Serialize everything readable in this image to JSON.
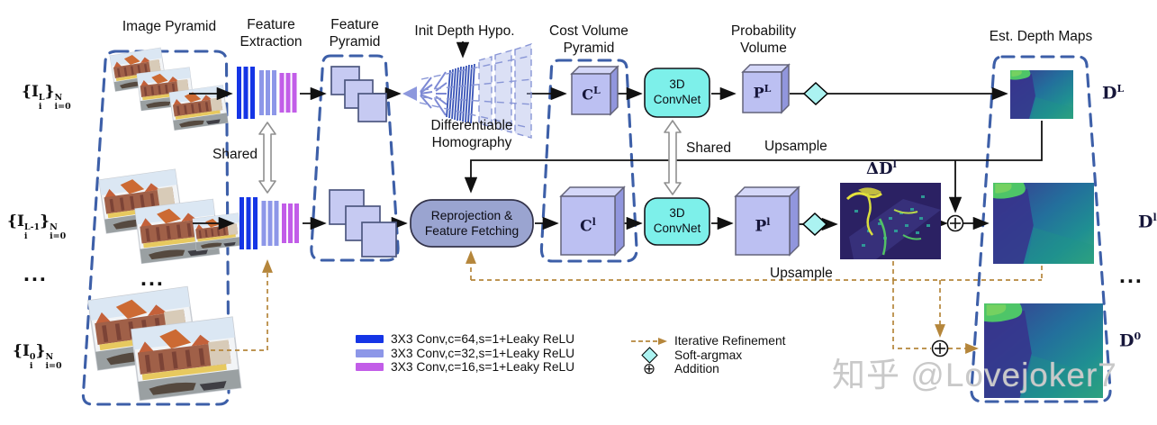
{
  "colors": {
    "bar_blue": "#1535e6",
    "bar_periwinkle": "#8d97e8",
    "bar_magenta": "#c25de8",
    "cube_front": "#bcc0f2",
    "cube_top": "#d4d7f8",
    "cube_side": "#9196dd",
    "cube_stroke": "#63637a",
    "pyramid_square": "#c6caf2",
    "pyramid_square_stroke": "#4d5880",
    "convnet_fill": "#7df0ea",
    "reproj_fill": "#9aa4d0",
    "dash_blue": "#3d5fa8",
    "refine_brown": "#b5863b",
    "diamond_fill": "#abf3f1"
  },
  "titles": {
    "image_pyramid": "Image Pyramid",
    "feature_extraction": [
      "Feature",
      "Extraction"
    ],
    "feature_pyramid": [
      "Feature",
      "Pyramid"
    ],
    "init_depth_hypo": "Init Depth Hypo.",
    "differentiable_homography": [
      "Differentiable",
      "Homography"
    ],
    "cost_volume_pyramid": [
      "Cost Volume",
      "Pyramid"
    ],
    "probability_volume": [
      "Probability",
      "Volume"
    ],
    "est_depth_maps": "Est. Depth Maps"
  },
  "labels": {
    "shared_left": "Shared",
    "shared_right": "Shared",
    "upsample_top": "Upsample",
    "upsample_mid": "Upsample",
    "ellipsis": "...",
    "reprojection": [
      "Reprojection &",
      "Feature Fetching"
    ],
    "convnet": [
      "3D",
      "ConvNet"
    ]
  },
  "math": {
    "input_row1": {
      "pre": "{",
      "base": "I",
      "sub": "i",
      "sup": "L",
      "post": "}",
      "outer_sub": "i=0",
      "outer_sup": "N"
    },
    "input_row2": {
      "pre": "{",
      "base": "I",
      "sub": "i",
      "sup": "L-1",
      "post": "}",
      "outer_sub": "i=0",
      "outer_sup": "N"
    },
    "input_row3": {
      "pre": "{",
      "base": "I",
      "sub": "i",
      "sup": "0",
      "post": "}",
      "outer_sub": "i=0",
      "outer_sup": "N"
    },
    "cost_row1": {
      "base": "C",
      "sup": "L"
    },
    "cost_row2": {
      "base": "C",
      "sup": "l"
    },
    "prob_row1": {
      "base": "P",
      "sup": "L"
    },
    "prob_row2": {
      "base": "P",
      "sup": "l"
    },
    "depth_row1": {
      "base": "D",
      "sup": "L"
    },
    "depth_row2": {
      "base": "D",
      "sup": "l"
    },
    "depth_row3": {
      "base": "D",
      "sup": "0"
    },
    "delta_depth": {
      "base": "ΔD",
      "sup": "l"
    }
  },
  "legend": {
    "conv_items": [
      {
        "color": "#1535e6",
        "label": "3X3 Conv,c=64,s=1+Leaky ReLU"
      },
      {
        "color": "#8d97e8",
        "label": "3X3 Conv,c=32,s=1+Leaky ReLU"
      },
      {
        "color": "#c25de8",
        "label": "3X3 Conv,c=16,s=1+Leaky ReLU"
      }
    ],
    "symbol_items": [
      {
        "icon": "dashed-arrow-icon",
        "label": "Iterative Refinement"
      },
      {
        "icon": "diamond-icon",
        "label": "Soft-argmax"
      },
      {
        "icon": "oplus-icon",
        "label": "Addition"
      }
    ]
  },
  "watermark": {
    "text": "知乎 @Lovejoker7"
  }
}
